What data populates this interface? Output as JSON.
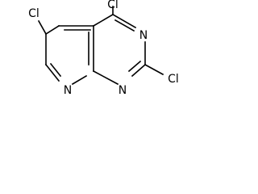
{
  "structure": {
    "atoms": {
      "cl_left": "Cl",
      "cl_top": "Cl",
      "cl_right": "Cl",
      "n_pyrimidine_top": "N",
      "n_pyrimidine_bottom": "N",
      "n_pyridine": "N"
    }
  }
}
